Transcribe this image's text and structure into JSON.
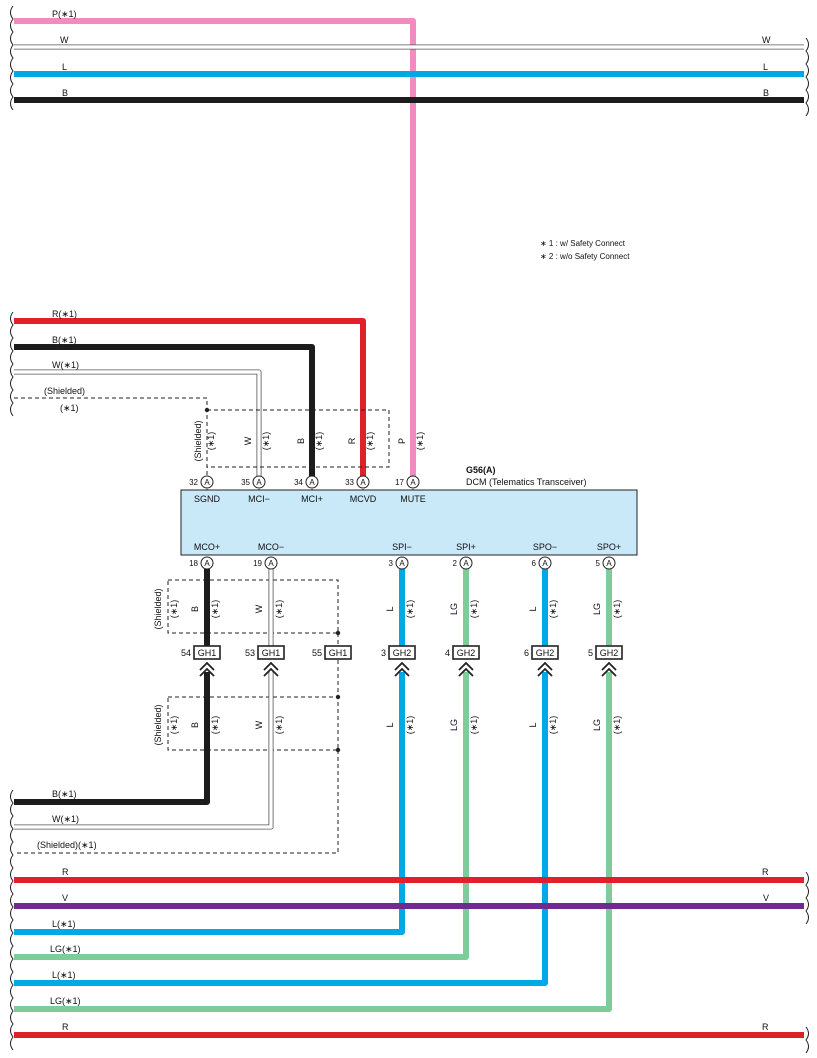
{
  "colors": {
    "P": "#f08cc0",
    "W": "#ffffff",
    "L": "#00a9e6",
    "B": "#1c1c1c",
    "R": "#e2202c",
    "V": "#6e2c91",
    "LG": "#7fcc9a",
    "box": "#c9e8f8"
  },
  "notes": [
    "∗ 1 : w/ Safety Connect",
    "∗ 2 : w/o Safety Connect"
  ],
  "component": {
    "id": "G56(A)",
    "name": "DCM (Telematics Transceiver)"
  },
  "connector_letter": "A",
  "top_pins": [
    {
      "num": "32",
      "name": "SGND"
    },
    {
      "num": "35",
      "name": "MCI−"
    },
    {
      "num": "34",
      "name": "MCI+"
    },
    {
      "num": "33",
      "name": "MCVD"
    },
    {
      "num": "17",
      "name": "MUTE"
    }
  ],
  "bottom_pins": [
    {
      "num": "18",
      "name": "MCO+"
    },
    {
      "num": "19",
      "name": "MCO−"
    },
    {
      "num": "3",
      "name": "SPI−"
    },
    {
      "num": "2",
      "name": "SPI+"
    },
    {
      "num": "6",
      "name": "SPO−"
    },
    {
      "num": "5",
      "name": "SPO+"
    }
  ],
  "junction_connectors": [
    {
      "num": "54",
      "id": "GH1"
    },
    {
      "num": "53",
      "id": "GH1"
    },
    {
      "num": "55",
      "id": "GH1"
    },
    {
      "num": "3",
      "id": "GH2"
    },
    {
      "num": "4",
      "id": "GH2"
    },
    {
      "num": "6",
      "id": "GH2"
    },
    {
      "num": "5",
      "id": "GH2"
    }
  ],
  "wire_labels": {
    "top_bus": [
      "P(∗1)",
      "W",
      "L",
      "B"
    ],
    "top_bus_right": [
      "W",
      "L",
      "B"
    ],
    "mid_bus": [
      "R(∗1)",
      "B(∗1)",
      "W(∗1)",
      "(Shielded)",
      "(∗1)"
    ],
    "upper_vertical": [
      {
        "color": "(Shielded)",
        "note": "(∗1)"
      },
      {
        "color": "W",
        "note": "(∗1)"
      },
      {
        "color": "B",
        "note": "(∗1)"
      },
      {
        "color": "R",
        "note": "(∗1)"
      },
      {
        "color": "P",
        "note": "(∗1)"
      }
    ],
    "lower_upper_vertical": [
      {
        "color": "(Shielded)",
        "note": "(∗1)"
      },
      {
        "color": "B",
        "note": "(∗1)"
      },
      {
        "color": "W",
        "note": "(∗1)"
      },
      {
        "color": "L",
        "note": "(∗1)"
      },
      {
        "color": "LG",
        "note": "(∗1)"
      },
      {
        "color": "L",
        "note": "(∗1)"
      },
      {
        "color": "LG",
        "note": "(∗1)"
      }
    ],
    "lower_lower_vertical": [
      {
        "color": "(Shielded)",
        "note": "(∗1)"
      },
      {
        "color": "B",
        "note": "(∗1)"
      },
      {
        "color": "W",
        "note": "(∗1)"
      },
      {
        "color": "L",
        "note": "(∗1)"
      },
      {
        "color": "LG",
        "note": "(∗1)"
      },
      {
        "color": "L",
        "note": "(∗1)"
      },
      {
        "color": "LG",
        "note": "(∗1)"
      }
    ],
    "bottom_left": [
      "B(∗1)",
      "W(∗1)",
      "(Shielded)(∗1)"
    ],
    "bottom_bus": [
      "R",
      "V",
      "L(∗1)",
      "LG(∗1)",
      "L(∗1)",
      "LG(∗1)",
      "R"
    ],
    "bottom_bus_right": [
      "R",
      "V",
      "R"
    ]
  }
}
